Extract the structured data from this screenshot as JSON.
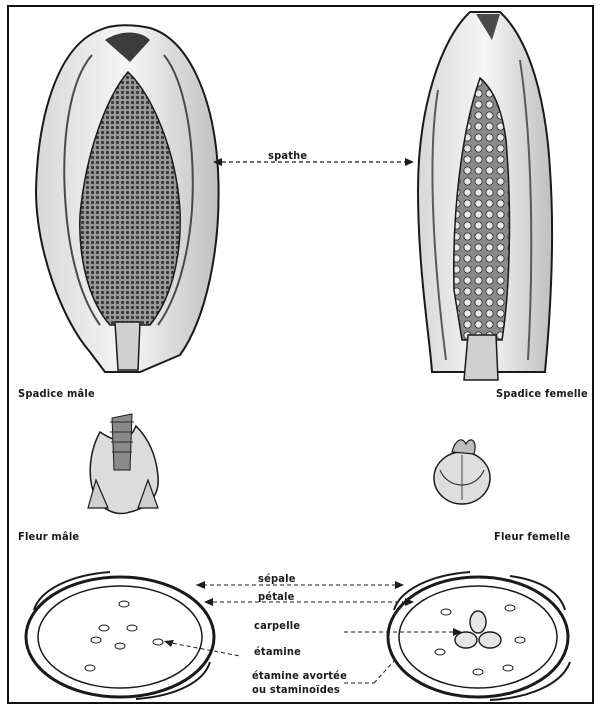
{
  "labels": {
    "spathe": "spathe",
    "spadice_male": "Spadice mâle",
    "spadice_femelle": "Spadice femelle",
    "fleur_male": "Fleur mâle",
    "fleur_femelle": "Fleur femelle",
    "sepale": "sépale",
    "petale": "pétale",
    "carpelle": "carpelle",
    "etamine": "étamine",
    "etamine_avortee_1": "étamine avortée",
    "etamine_avortee_2": "ou staminoïdes"
  },
  "colors": {
    "ink": "#1a1a1a",
    "shade": "#6b6b6b",
    "paper": "#ffffff"
  }
}
